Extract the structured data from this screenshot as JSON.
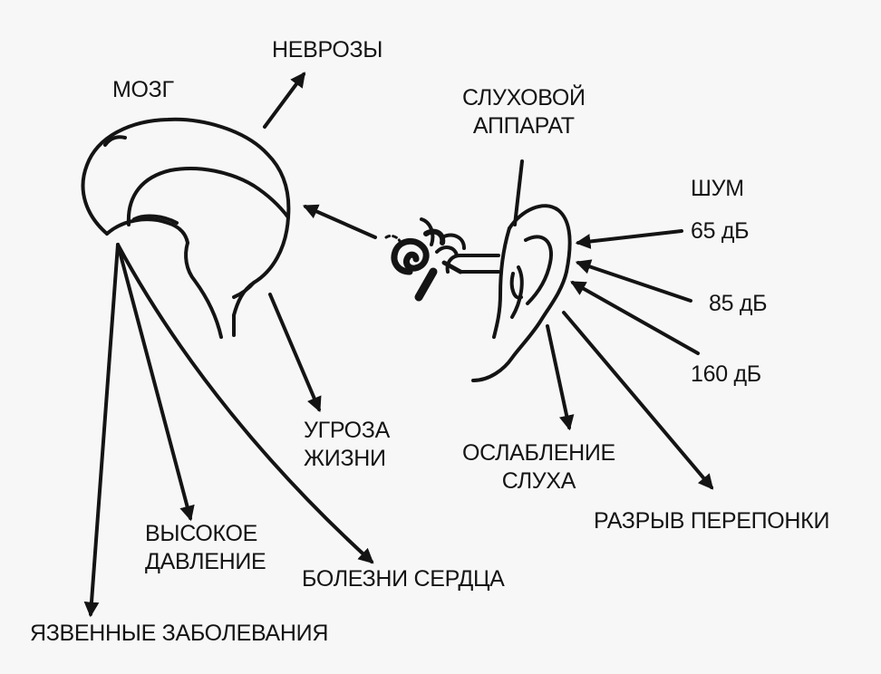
{
  "labels": {
    "brain": "МОЗГ",
    "neuroses": "НЕВРОЗЫ",
    "hearing_aid": [
      "СЛУХОВОЙ",
      "АППАРАТ"
    ],
    "noise": "ШУМ",
    "db65": "65 дБ",
    "db85": "85 дБ",
    "db160": "160 дБ",
    "life_threat": [
      "УГРОЗА",
      "ЖИЗНИ"
    ],
    "hearing_loss": [
      "ОСЛАБЛЕНИЕ",
      "СЛУХА"
    ],
    "eardrum_rupture": "РАЗРЫВ ПЕРЕПОНКИ",
    "high_pressure": [
      "ВЫСОКОЕ",
      "ДАВЛЕНИЕ"
    ],
    "heart_disease": "БОЛЕЗНИ СЕРДЦА",
    "ulcer_disease": "ЯЗВЕННЫЕ ЗАБОЛЕВАНИЯ"
  },
  "colors": {
    "ink": "#141414",
    "paper": "#f7f7f7"
  }
}
